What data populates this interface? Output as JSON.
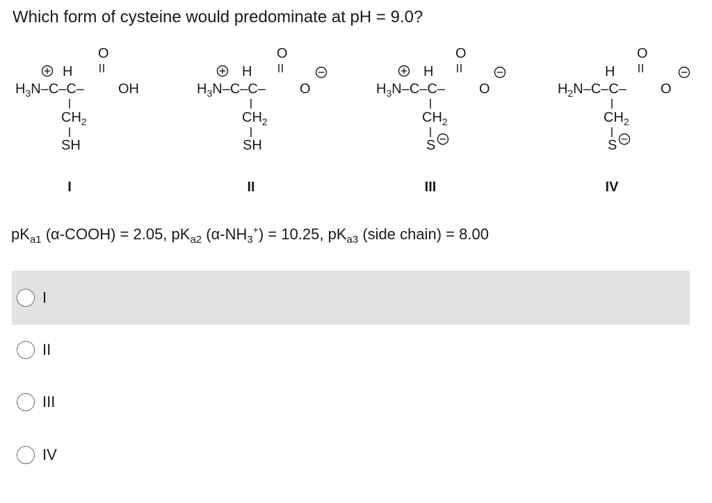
{
  "question": "Which form of cysteine would predominate at pH = 9.0?",
  "structures": [
    {
      "numeral": "I",
      "amine": {
        "text": "H3N",
        "subscript": "3"
      },
      "carboxyl_end": "OH",
      "sulfur_text": "SH",
      "charges": [
        "+"
      ]
    },
    {
      "numeral": "II",
      "amine": {
        "text": "H3N",
        "subscript": "3"
      },
      "carboxyl_end": "O",
      "sulfur_text": "SH",
      "charges": [
        "+",
        "−"
      ]
    },
    {
      "numeral": "III",
      "amine": {
        "text": "H3N",
        "subscript": "3"
      },
      "carboxyl_end": "O",
      "sulfur_text": "S",
      "charges": [
        "+",
        "−",
        "−"
      ]
    },
    {
      "numeral": "IV",
      "amine": {
        "text": "H2N",
        "subscript": "2"
      },
      "carboxyl_end": "O",
      "sulfur_text": "S",
      "charges": [
        "−",
        "−"
      ]
    }
  ],
  "pka": {
    "p1_prefix": "pK",
    "p1_sub": "a1",
    "p1_text": " (α-COOH) = 2.05, pK",
    "p2_sub": "a2",
    "p2_text": " (α-NH",
    "p2_nh_sub": "3",
    "p2_sup": "+",
    "p2_tail": ") = 10.25, pK",
    "p3_sub": "a3",
    "p3_text": " (side chain) = 8.00"
  },
  "options": [
    {
      "label": "I",
      "highlighted": true
    },
    {
      "label": "II",
      "highlighted": false
    },
    {
      "label": "III",
      "highlighted": false
    },
    {
      "label": "IV",
      "highlighted": false
    }
  ],
  "colors": {
    "highlight": "#e2e2e2",
    "text": "#1a1a1a",
    "radio_border": "#6b6b6b"
  }
}
